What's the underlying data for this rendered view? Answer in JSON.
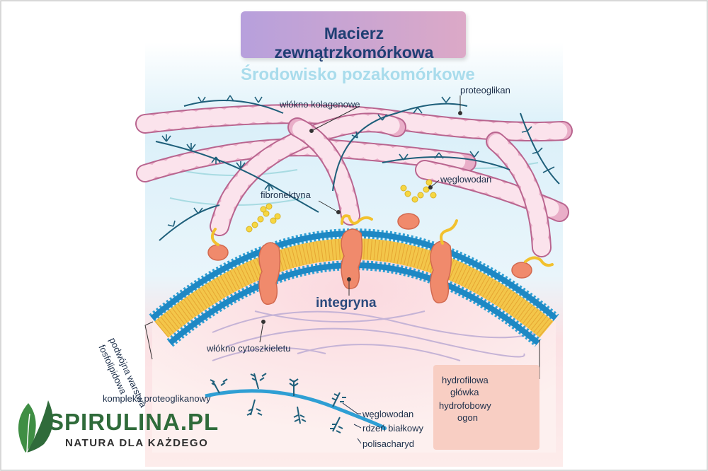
{
  "title": "Macierz zewnątrzkomórkowa",
  "environment_label": "Środowisko pozakomórkowe",
  "labels": {
    "collagen_fiber": "włókno kolagenowe",
    "proteoglycan": "proteoglikan",
    "carbohydrate": "węglowodan",
    "fibronectin": "fibronektyna",
    "integrin": "integryna",
    "cytoskeleton_fiber": "włókno cytoszkieletu",
    "phospholipid_bilayer_line1": "podwójna warstwa",
    "phospholipid_bilayer_line2": "fosfolipidowa"
  },
  "proteoglycan_complex": {
    "title": "kompleks proteoglikanowy",
    "carbohydrate": "węglowodan",
    "protein_core": "rdzeń białkowy",
    "polysaccharide": "polisacharyd"
  },
  "phospholipid_legend": {
    "head_line1": "hydrofilowa",
    "head_line2": "główka",
    "tail_line1": "hydrofobowy",
    "tail_line2": "ogon"
  },
  "brand": {
    "name": "SPIRULINA.PL",
    "tagline": "NATURA DLA KAŻDEGO"
  },
  "colors": {
    "title_gradient_start": "#b7a0dc",
    "title_gradient_end": "#dca9c7",
    "environment_text": "#a9dcec",
    "membrane_head": "#2f9fd4",
    "membrane_tail": "#f3c64a",
    "integrin": "#f08a6c",
    "collagen": "#e6a9c3",
    "proteoglycan": "#1e5f7a",
    "fibronectin": "#f2c12e",
    "brand_green": "#2f6b3a"
  },
  "icons": [
    "leaf-logo-icon",
    "phospholipid-icon"
  ]
}
